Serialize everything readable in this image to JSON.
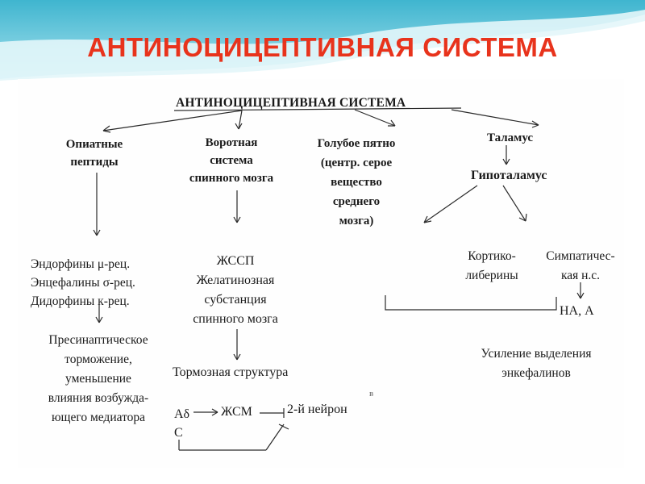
{
  "slide": {
    "title": "АНТИНОЦИЦЕПТИВНАЯ СИСТЕМА",
    "title_color": "#e8331c"
  },
  "diagram": {
    "root": "АНТИНОЦИЦЕПТИВНАЯ СИСТЕМА",
    "branches": {
      "opiate": {
        "lines": [
          "Опиатные",
          "пептиды"
        ]
      },
      "gate": {
        "lines": [
          "Воротная",
          "система",
          "спинного мозга"
        ]
      },
      "locus": {
        "lines": [
          "Голубое пятно",
          "(центр. серое",
          "вещество",
          "среднего",
          "мозга)"
        ]
      },
      "thalamus": "Таламус",
      "hypothalamus": "Гипоталамус"
    },
    "opioids": [
      "Эндорфины μ-рец.",
      "Энцефалины σ-рец.",
      "Дидорфины к-рец."
    ],
    "presynaptic": [
      "Пресинаптическое",
      "торможение,",
      "уменьшение",
      "влияния возбужда-",
      "ющего медиатора"
    ],
    "gate_detail": [
      "ЖССП",
      "Желатинозная",
      "субстанция",
      "спинного мозга"
    ],
    "inhibitory": "Тормозная структура",
    "fibers": [
      "Aδ",
      "C"
    ],
    "zhsm": "ЖСМ",
    "second_neuron": "2-й нейрон",
    "cortico": [
      "Кортико-",
      "либерины"
    ],
    "sympathetic": [
      "Симпатичес-",
      "кая н.с."
    ],
    "na_a": "НА, А",
    "enhancement": [
      "Усиление выделения",
      "энкефалинов"
    ],
    "stray_mark": "в"
  }
}
